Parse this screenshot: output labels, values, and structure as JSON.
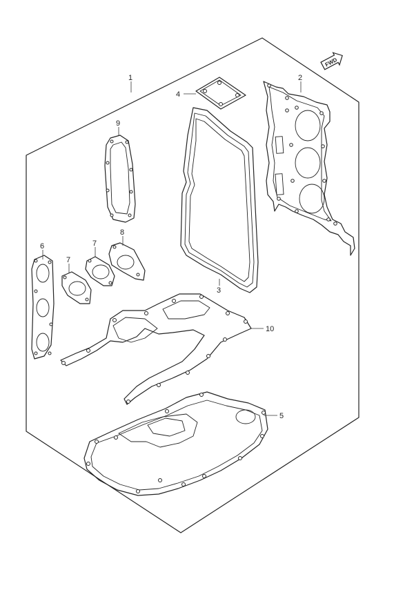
{
  "diagram": {
    "fwd_label": "FWD",
    "callouts": [
      {
        "id": "1",
        "label": "1"
      },
      {
        "id": "2",
        "label": "2"
      },
      {
        "id": "3",
        "label": "3"
      },
      {
        "id": "4",
        "label": "4"
      },
      {
        "id": "5",
        "label": "5"
      },
      {
        "id": "6",
        "label": "6"
      },
      {
        "id": "7",
        "label": "7"
      },
      {
        "id": "8",
        "label": "8"
      },
      {
        "id": "9",
        "label": "9"
      },
      {
        "id": "10",
        "label": "10"
      }
    ]
  }
}
